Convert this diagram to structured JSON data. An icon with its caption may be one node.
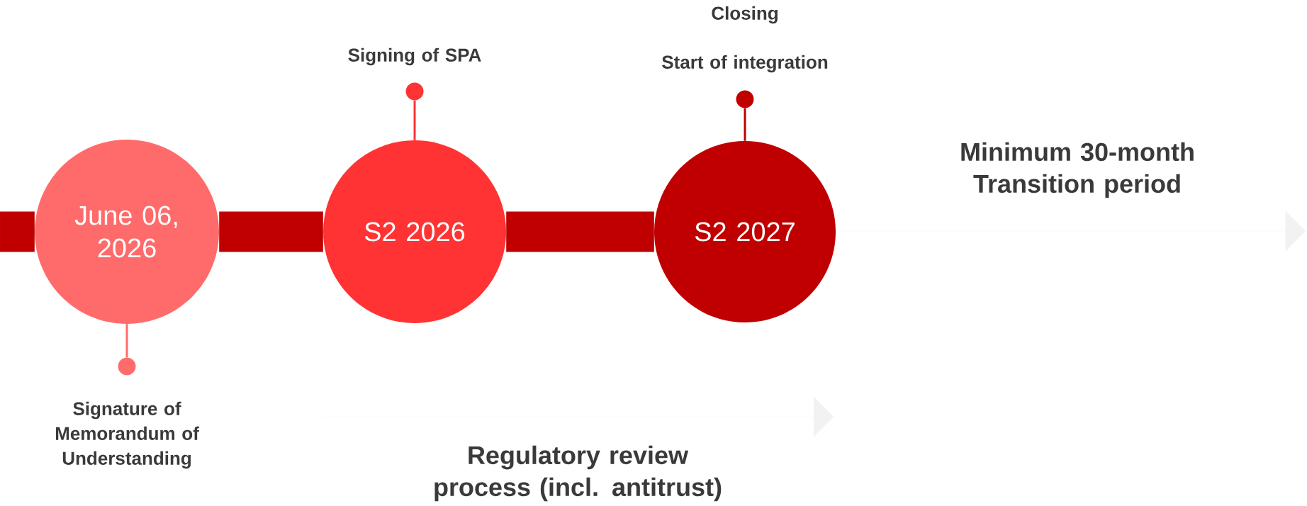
{
  "diagram": {
    "nodes": [
      {
        "text": [
          "June 06, 2026"
        ]
      },
      {
        "text": [],
        "shape": "circle",
        "beside": [
          "Signature of Memorandum of Understanding"
        ]
      },
      {
        "text": [
          "S2 2026"
        ]
      },
      {
        "text": [],
        "shape": "circle",
        "beside": [
          "Signing of SPA"
        ]
      },
      {
        "text": [
          "S2 2027"
        ]
      },
      {
        "text": [],
        "shape": "circle",
        "beside": [
          "Closing",
          "Start of integration"
        ]
      },
      {
        "text": [
          "Regulatory review process (incl. antitrust)"
        ]
      },
      {
        "text": [
          "Minimum 30-month Transition period"
        ]
      }
    ],
    "edges": [
      {
        "from": null,
        "to": 0,
        "arrow": "none",
        "style": "thick",
        "color": "#c00000"
      },
      {
        "from": 0,
        "to": 2,
        "arrow": "none",
        "style": "thick",
        "color": "#c00000"
      },
      {
        "from": 2,
        "to": 4,
        "arrow": "none",
        "style": "thick",
        "color": "#c00000"
      },
      {
        "from": 0,
        "to": 1,
        "arrow": "none",
        "color": "#ff6b6b"
      },
      {
        "from": 2,
        "to": 3,
        "arrow": "none",
        "color": "#ff3333"
      },
      {
        "from": 4,
        "to": 5,
        "arrow": "none",
        "color": "#c00000"
      }
    ]
  }
}
